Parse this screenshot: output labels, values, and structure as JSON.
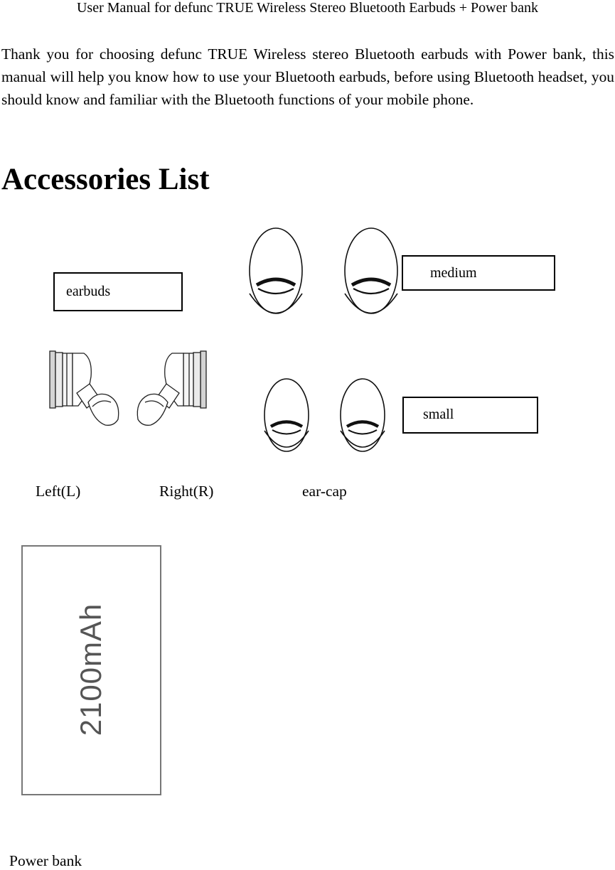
{
  "document": {
    "header": "User Manual for defunc TRUE Wireless Stereo Bluetooth Earbuds + Power bank",
    "intro": "Thank you for choosing defunc TRUE Wireless stereo Bluetooth earbuds with Power bank, this manual will help you know how to use your Bluetooth earbuds, before using Bluetooth headset, you should know and familiar with the Bluetooth functions of your mobile phone.",
    "section_heading": "Accessories List"
  },
  "figure": {
    "earbuds_box_label": "earbuds",
    "medium_box_label": "medium",
    "small_box_label": "small",
    "left_caption": "Left(L)",
    "right_caption": "Right(R)",
    "earcap_caption": "ear-cap",
    "power_bank_capacity": "2100mAh",
    "power_bank_caption": "Power bank"
  }
}
